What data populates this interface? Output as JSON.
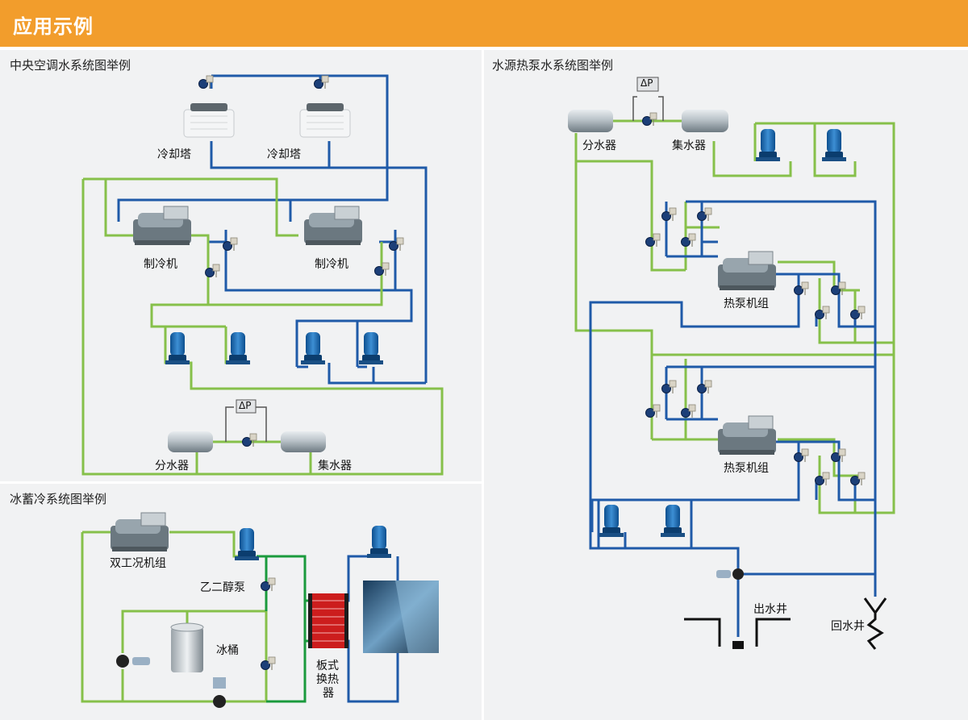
{
  "header": {
    "title": "应用示例"
  },
  "panels": {
    "central_ac": {
      "title": "中央空调水系统图举例",
      "labels": {
        "cooling_tower_1": "冷却塔",
        "cooling_tower_2": "冷却塔",
        "chiller_1": "制冷机",
        "chiller_2": "制冷机",
        "distributor": "分水器",
        "collector": "集水器",
        "dp": "ΔP"
      }
    },
    "heat_pump": {
      "title": "水源热泵水系统图举例",
      "labels": {
        "distributor": "分水器",
        "collector": "集水器",
        "unit_1": "热泵机组",
        "unit_2": "热泵机组",
        "outlet_well": "出水井",
        "return_well": "回水井",
        "dp": "ΔP"
      }
    },
    "ice_storage": {
      "title": "冰蓄冷系统图举例",
      "labels": {
        "dual_unit": "双工况机组",
        "glycol_pump": "乙二醇泵",
        "ice_tank": "冰桶",
        "plate_hx_1": "板式",
        "plate_hx_2": "换热",
        "plate_hx_3": "器"
      }
    }
  },
  "colors": {
    "header": "#f29d2c",
    "pipe_blue": "#1f5aa8",
    "pipe_green": "#86c04a",
    "pipe_dark_green": "#1a9a3c",
    "panel_bg": "#f1f2f3"
  }
}
